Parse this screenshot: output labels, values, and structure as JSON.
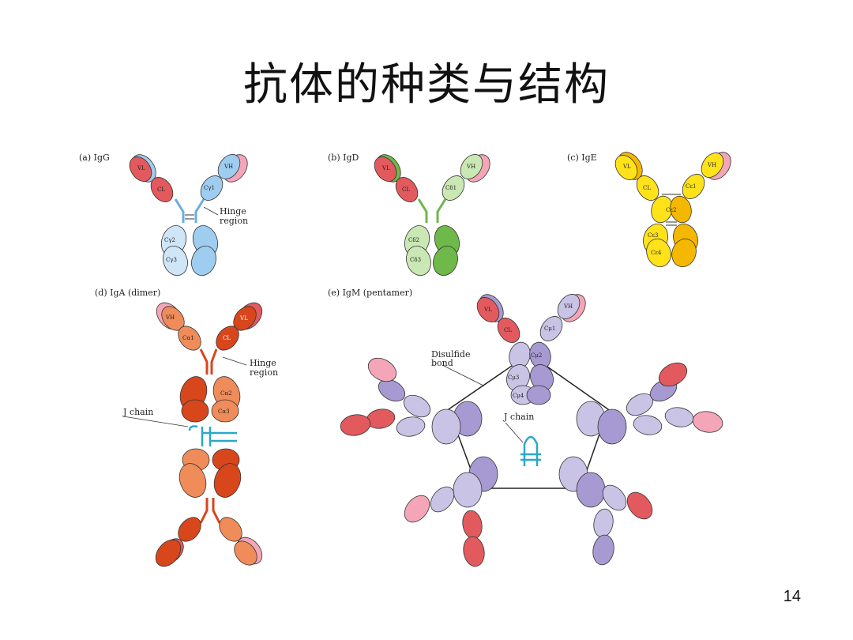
{
  "slide": {
    "title": "抗体的种类与结构",
    "page_number": "14"
  },
  "panels": {
    "igg": {
      "label": "(a) IgG",
      "domains": [
        "VL",
        "CL",
        "VH",
        "Cγ1",
        "Cγ2",
        "Cγ3"
      ],
      "annotation_1": "Hinge",
      "annotation_2": "region",
      "colors": {
        "light": "#e25a5e",
        "heavy": "#9ecdf0",
        "heavy_dark": "#6aaee0",
        "pink": "#f4a6b8"
      }
    },
    "igd": {
      "label": "(b) IgD",
      "domains": [
        "VL",
        "CL",
        "VH",
        "Cδ1",
        "Cδ2",
        "Cδ3"
      ],
      "colors": {
        "light": "#e25a5e",
        "heavy": "#a9d98a",
        "heavy_dark": "#6fb84a",
        "pink": "#f4a6b8"
      }
    },
    "ige": {
      "label": "(c) IgE",
      "domains": [
        "VL",
        "CL",
        "VH",
        "Cε1",
        "Cε2",
        "Cε3",
        "Cε4"
      ],
      "colors": {
        "light": "#e25a5e",
        "heavy": "#ffe21a",
        "heavy_dark": "#f5b800",
        "pink": "#f4a6b8"
      }
    },
    "iga": {
      "label": "(d) IgA (dimer)",
      "domains": [
        "VH",
        "VL",
        "Cα1",
        "CL",
        "Cα2",
        "Cα3"
      ],
      "annotation_1": "Hinge",
      "annotation_2": "region",
      "jchain": "J chain",
      "colors": {
        "dark": "#d8461c",
        "light": "#ef8c5a",
        "pink": "#f4a6b8",
        "red": "#e25a5e",
        "jchain": "#2aa7c9"
      }
    },
    "igm": {
      "label": "(e) IgM (pentamer)",
      "domains": [
        "VL",
        "VH",
        "CL",
        "Cμ1",
        "Cμ2",
        "Cμ3",
        "Cμ4"
      ],
      "annotation_1": "Disulfide",
      "annotation_2": "bond",
      "jchain": "J chain",
      "colors": {
        "purple": "#a79ad2",
        "lavender": "#c9c3e6",
        "red": "#e25a5e",
        "pink": "#f4a6b8",
        "jchain": "#2aa7c9"
      }
    }
  }
}
